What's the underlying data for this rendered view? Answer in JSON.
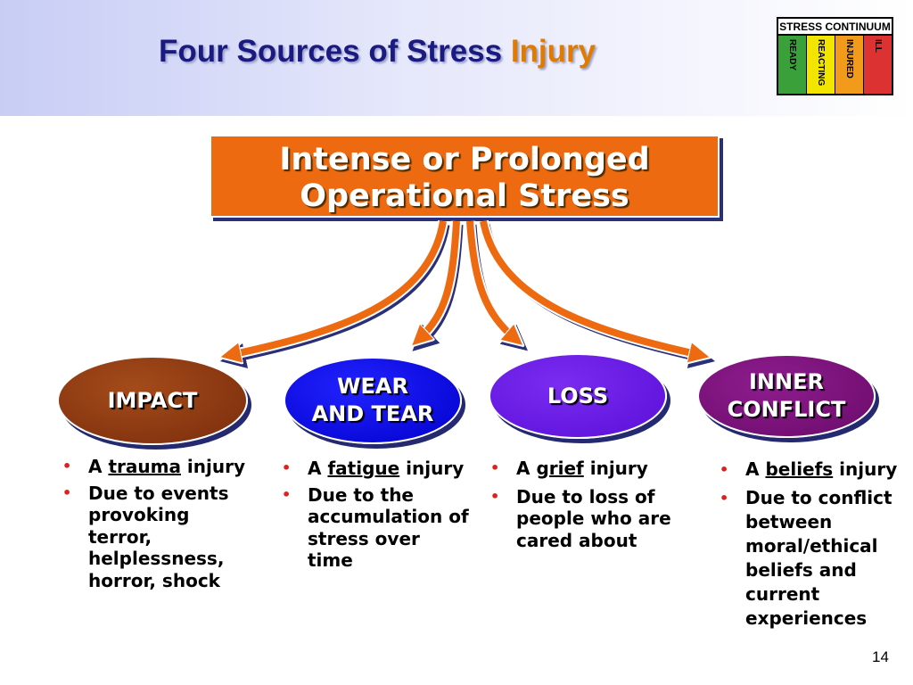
{
  "title": {
    "main": "Four Sources of Stress ",
    "accent": "Injury"
  },
  "stress_continuum": {
    "label": "STRESS CONTINUUM",
    "zones": [
      {
        "label": "READY",
        "color": "#3aa03a"
      },
      {
        "label": "REACTING",
        "color": "#f2e600"
      },
      {
        "label": "INJURED",
        "color": "#f29a1a"
      },
      {
        "label": "ILL",
        "color": "#dc3232"
      }
    ]
  },
  "source": {
    "line1": "Intense or Prolonged",
    "line2": "Operational Stress"
  },
  "categories": [
    {
      "id": "impact",
      "label_line1": "IMPACT",
      "label_line2": "",
      "items": [
        {
          "pre": "A ",
          "key": "trauma",
          "post": " injury"
        },
        {
          "pre": "Due to events provoking terror, helplessness, horror, shock",
          "key": "",
          "post": ""
        }
      ]
    },
    {
      "id": "wear",
      "label_line1": "WEAR",
      "label_line2": "AND TEAR",
      "items": [
        {
          "pre": "A ",
          "key": "fatigue",
          "post": " injury"
        },
        {
          "pre": "Due to the accumulation of stress over time",
          "key": "",
          "post": ""
        }
      ]
    },
    {
      "id": "loss",
      "label_line1": "LOSS",
      "label_line2": "",
      "items": [
        {
          "pre": "A ",
          "key": "grief",
          "post": " injury"
        },
        {
          "pre": "Due to loss of people who are cared about",
          "key": "",
          "post": ""
        }
      ]
    },
    {
      "id": "inner",
      "label_line1": "INNER",
      "label_line2": "CONFLICT",
      "items": [
        {
          "pre": "A ",
          "key": "beliefs",
          "post": " injury"
        },
        {
          "pre": "Due to conflict between moral/ethical beliefs and current experiences",
          "key": "",
          "post": ""
        }
      ]
    }
  ],
  "bullet_char": "•",
  "page_number": "14"
}
